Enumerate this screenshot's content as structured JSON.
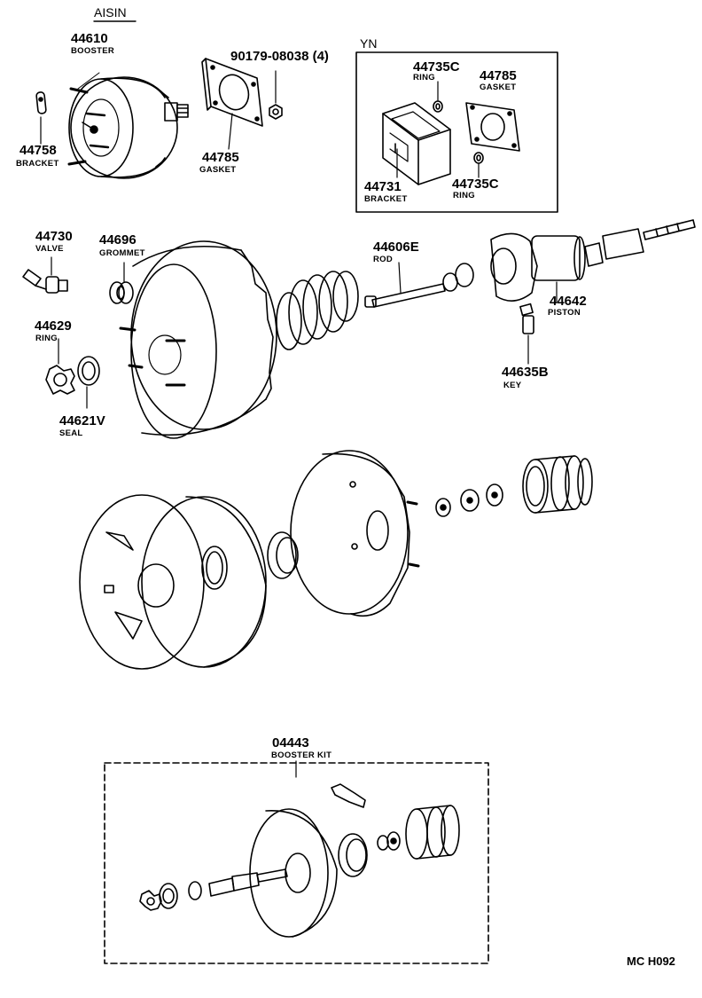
{
  "header": {
    "brand": "AISIN",
    "variant": "YN"
  },
  "parts": {
    "booster": {
      "number": "44610",
      "name": "BOOSTER"
    },
    "bolt": {
      "number": "90179-08038 (4)"
    },
    "bracket_44758": {
      "number": "44758",
      "name": "BRACKET"
    },
    "gasket_top": {
      "number": "44785",
      "name": "GASKET"
    },
    "yn_ring_top": {
      "number": "44735C",
      "name": "RING"
    },
    "yn_gasket": {
      "number": "44785",
      "name": "GASKET"
    },
    "yn_bracket": {
      "number": "44731",
      "name": "BRACKET"
    },
    "yn_ring_bottom": {
      "number": "44735C",
      "name": "RING"
    },
    "valve": {
      "number": "44730",
      "name": "VALVE"
    },
    "grommet": {
      "number": "44696",
      "name": "GROMMET"
    },
    "rod": {
      "number": "44606E",
      "name": "ROD"
    },
    "piston": {
      "number": "44642",
      "name": "PISTON"
    },
    "ring": {
      "number": "44629",
      "name": "RING"
    },
    "key": {
      "number": "44635B",
      "name": "KEY"
    },
    "seal": {
      "number": "44621V",
      "name": "SEAL"
    },
    "kit": {
      "number": "04443",
      "name": "BOOSTER KIT"
    }
  },
  "footer": {
    "code": "MC H092"
  }
}
